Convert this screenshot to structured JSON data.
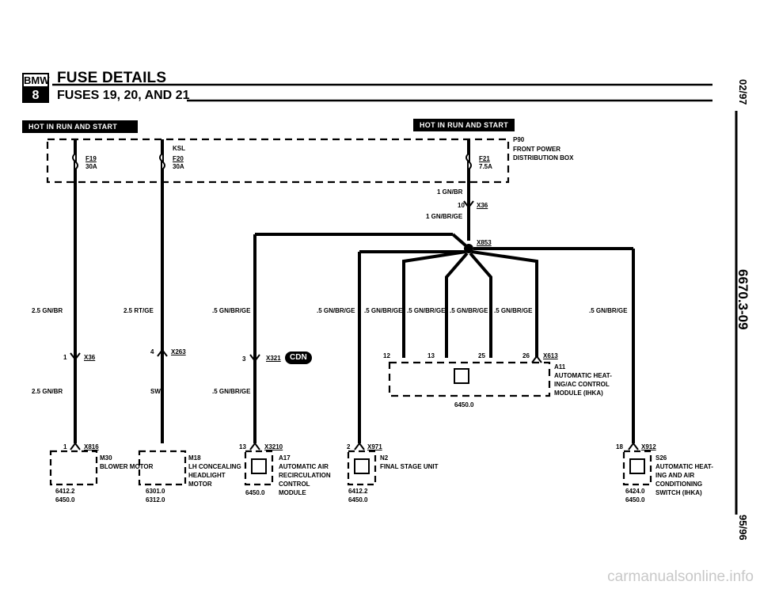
{
  "header": {
    "logo_top": "BMW",
    "logo_bottom": "8",
    "title": "FUSE DETAILS",
    "subtitle": "FUSES 19, 20, AND 21"
  },
  "banners": [
    "HOT IN RUN AND START",
    "HOT IN RUN AND START"
  ],
  "fuse_box": {
    "left_label": "KSL",
    "right_id": "P90",
    "right_name_1": "FRONT POWER",
    "right_name_2": "DISTRIBUTION BOX",
    "fuses": [
      {
        "id": "F19",
        "rating": "30A"
      },
      {
        "id": "F20",
        "rating": "30A"
      },
      {
        "id": "F21",
        "rating": "7.5A"
      }
    ]
  },
  "wires": {
    "w1": "2.5 GN/BR",
    "w2": "2.5 RT/GE",
    "w3": ".5 GN/BR/GE",
    "w4": ".5 GN/BR/GE",
    "w5": ".5 GN/BR/GE",
    "w6": ".5 GN/BR/GE",
    "w7": ".5 GN/BR/GE",
    "w8": ".5 GN/BR/GE",
    "w9": ".5 GN/BR/GE",
    "w10": "2.5 GN/BR",
    "w11": "SW",
    "w12": ".5 GN/BR/GE",
    "top_a": "1 GN/BR",
    "top_b": "1 GN/BR/GE"
  },
  "connectors": {
    "x36_pin": "10",
    "x36": "X36",
    "x853": "X853",
    "x36b_pin": "1",
    "x36b": "X36",
    "x263_pin": "4",
    "x263": "X263",
    "x321_pin": "3",
    "x321": "X321",
    "cdn": "CDN",
    "x613": "X613",
    "p12": "12",
    "p13": "13",
    "p25": "25",
    "p26": "26",
    "x816_pin": "1",
    "x816": "X816",
    "x3210_pin": "13",
    "x3210": "X3210",
    "x971_pin": "2",
    "x971": "X971",
    "x912_pin": "18",
    "x912": "X912"
  },
  "modules": {
    "a11_id": "A11",
    "a11_name": [
      "AUTOMATIC HEAT-",
      "ING/AC CONTROL",
      "MODULE (IHKA)"
    ],
    "a11_ref": "6450.0",
    "m30_id": "M30",
    "m30_name": "BLOWER MOTOR",
    "m30_ref1": "6412.2",
    "m30_ref2": "6450.0",
    "m18_id": "M18",
    "m18_name": [
      "LH CONCEALING",
      "HEADLIGHT",
      "MOTOR"
    ],
    "m18_ref1": "6301.0",
    "m18_ref2": "6312.0",
    "a17_id": "A17",
    "a17_name": [
      "AUTOMATIC AIR",
      "RECIRCULATION",
      "CONTROL",
      "MODULE"
    ],
    "a17_ref": "6450.0",
    "n2_id": "N2",
    "n2_name": "FINAL STAGE UNIT",
    "n2_ref1": "6412.2",
    "n2_ref2": "6450.0",
    "s26_id": "S26",
    "s26_name": [
      "AUTOMATIC HEAT-",
      "ING AND AIR",
      "CONDITIONING",
      "SWITCH (IHKA)"
    ],
    "s26_ref1": "6424.0",
    "s26_ref2": "6450.0"
  },
  "side": {
    "top": "02/97",
    "mid": "6670.3-09",
    "bottom": "95/96"
  },
  "watermark": "carmanualsonline.info"
}
